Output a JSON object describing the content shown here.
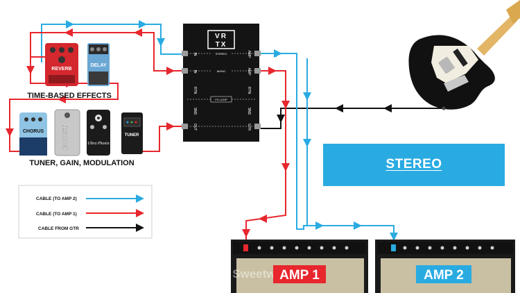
{
  "section_labels": {
    "time_based": "TIME-BASED EFFECTS",
    "tuner_gain": "TUNER, GAIN, MODULATION"
  },
  "pedals": {
    "reverb": "REVERB",
    "delay": "DELAY",
    "chorus": "CHORUS",
    "boost": "BOOST",
    "ultra_phonix": "Ultra Phonix",
    "tuner": "TUNER"
  },
  "vrtx": {
    "logo_top": "VR",
    "logo_bottom": "TX",
    "in_left": "IN",
    "in_right": "AMP",
    "mono_label": "MONO",
    "stereo_label": "STEREO",
    "fx_loop_label": "FX LOOP",
    "rtn": "RTN",
    "snd": "SND",
    "out": "OUT",
    "gtr": "GTR"
  },
  "stereo_banner": "STEREO",
  "legend": {
    "items": [
      {
        "label": "CABLE (TO AMP 2)",
        "color": "#29abe2"
      },
      {
        "label": "CABLE (TO AMP 1)",
        "color": "#e8262d"
      },
      {
        "label": "CABLE FROM GTR",
        "color": "#111111"
      }
    ]
  },
  "amps": {
    "amp1": "AMP 1",
    "amp2": "AMP 2"
  },
  "watermark": "Sweetwater",
  "colors": {
    "blue": "#29abe2",
    "red": "#e8262d",
    "black": "#111111"
  }
}
